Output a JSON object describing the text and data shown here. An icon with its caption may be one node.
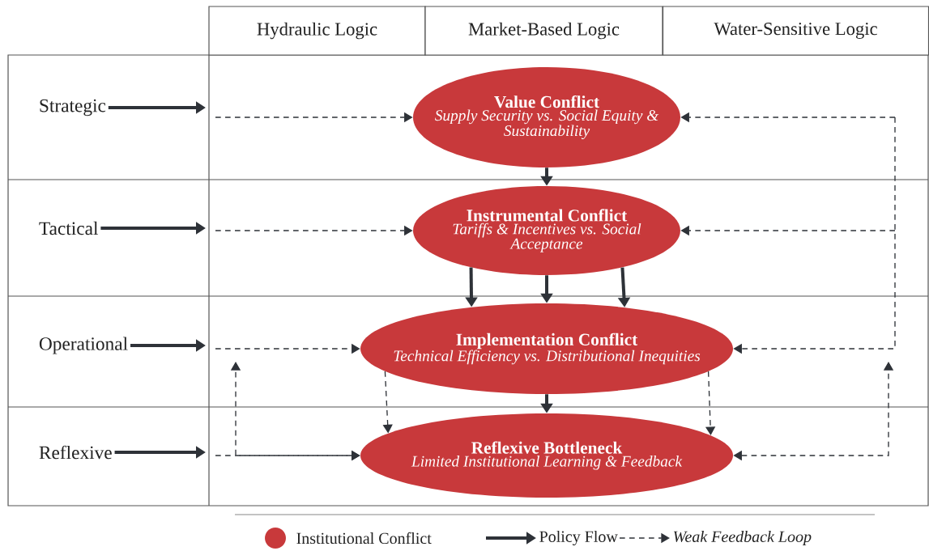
{
  "diagram": {
    "nodes": [
      {
        "text": [
          "Hydraulic Logic"
        ]
      },
      {
        "text": [
          "Market-Based Logic"
        ]
      },
      {
        "text": [
          "Water-Sensitive Logic"
        ]
      },
      {
        "text": [
          "Strategic"
        ]
      },
      {
        "text": [
          "Tactical"
        ]
      },
      {
        "text": [
          "Operational"
        ]
      },
      {
        "text": [
          "Reflexive"
        ]
      },
      {
        "text": [
          "Value Conflict",
          "Supply Security vs. Social Equity & Sustainability"
        ]
      },
      {
        "text": [
          "Instrumental Conflict",
          "Tariffs & Incentives vs. Social Acceptance"
        ]
      },
      {
        "text": [
          "Implementation Conflict",
          "Technical Efficiency vs. Distributional Inequities"
        ]
      },
      {
        "text": [
          "Reflexive Bottleneck",
          "Limited Institutional Learning & Feedback"
        ]
      }
    ],
    "edges": [
      {
        "from": 3,
        "to": null,
        "arrow": "to",
        "style": "thick"
      },
      {
        "from": 4,
        "to": null,
        "arrow": "to",
        "style": "thick"
      },
      {
        "from": 5,
        "to": null,
        "arrow": "to",
        "style": "thick"
      },
      {
        "from": 6,
        "to": null,
        "arrow": "to",
        "style": "thick"
      },
      {
        "from": null,
        "to": 7,
        "arrow": "to",
        "style": "dashed"
      },
      {
        "from": null,
        "to": 8,
        "arrow": "to",
        "style": "dashed"
      },
      {
        "from": null,
        "to": 9,
        "arrow": "to",
        "style": "dashed"
      },
      {
        "from": null,
        "to": 10,
        "arrow": "to",
        "style": "dashed"
      },
      {
        "from": null,
        "to": 7,
        "arrow": "to",
        "style": "dashed"
      },
      {
        "from": null,
        "to": 8,
        "arrow": "to",
        "style": "dashed"
      },
      {
        "from": null,
        "to": 9,
        "arrow": "to",
        "style": "dashed"
      },
      {
        "from": 10,
        "to": null,
        "arrow": "both",
        "style": "dashed"
      },
      {
        "from": 10,
        "to": null,
        "arrow": "both",
        "style": "dashed"
      },
      {
        "from": 9,
        "to": 10,
        "arrow": "to",
        "style": "dashed"
      },
      {
        "from": 9,
        "to": 10,
        "arrow": "to",
        "style": "dashed"
      },
      {
        "from": 7,
        "to": 8,
        "arrow": "to",
        "style": "thick"
      },
      {
        "from": 8,
        "to": 9,
        "arrow": "to",
        "style": "thick"
      },
      {
        "from": 8,
        "to": 9,
        "arrow": "to",
        "style": "thick"
      },
      {
        "from": 8,
        "to": 9,
        "arrow": "to",
        "style": "thick"
      },
      {
        "from": 9,
        "to": 10,
        "arrow": "to",
        "style": "thick"
      }
    ],
    "legend": [
      {
        "text": "Institutional Conflict",
        "color": "#c8393b"
      },
      {
        "text": "Policy Flow"
      },
      {
        "text": "Weak Feedback Loop"
      }
    ]
  }
}
